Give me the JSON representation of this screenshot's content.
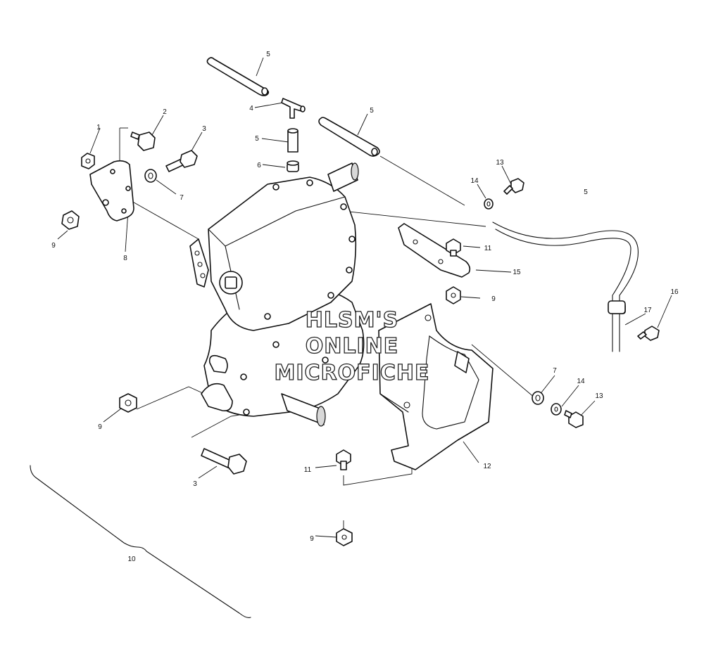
{
  "callouts": [
    {
      "id": "c5a",
      "label": "5"
    },
    {
      "id": "c4",
      "label": "4"
    },
    {
      "id": "c5b",
      "label": "5"
    },
    {
      "id": "c5c",
      "label": "5"
    },
    {
      "id": "c6",
      "label": "6"
    },
    {
      "id": "c1",
      "label": "1"
    },
    {
      "id": "c2",
      "label": "2"
    },
    {
      "id": "c3a",
      "label": "3"
    },
    {
      "id": "c7a",
      "label": "7"
    },
    {
      "id": "c9a",
      "label": "9"
    },
    {
      "id": "c8",
      "label": "8"
    },
    {
      "id": "c13a",
      "label": "13"
    },
    {
      "id": "c14a",
      "label": "14"
    },
    {
      "id": "c5d",
      "label": "5"
    },
    {
      "id": "c11a",
      "label": "11"
    },
    {
      "id": "c15",
      "label": "15"
    },
    {
      "id": "c9b",
      "label": "9"
    },
    {
      "id": "c17",
      "label": "17"
    },
    {
      "id": "c16",
      "label": "16"
    },
    {
      "id": "c7b",
      "label": "7"
    },
    {
      "id": "c14b",
      "label": "14"
    },
    {
      "id": "c13b",
      "label": "13"
    },
    {
      "id": "c9c",
      "label": "9"
    },
    {
      "id": "c12",
      "label": "12"
    },
    {
      "id": "c11b",
      "label": "11"
    },
    {
      "id": "c3b",
      "label": "3"
    },
    {
      "id": "c9d",
      "label": "9"
    },
    {
      "id": "c10",
      "label": "10"
    }
  ],
  "watermark": {
    "line1": "HLSM'S",
    "line2": "ONLINE",
    "line3": "MICROFICHE"
  }
}
